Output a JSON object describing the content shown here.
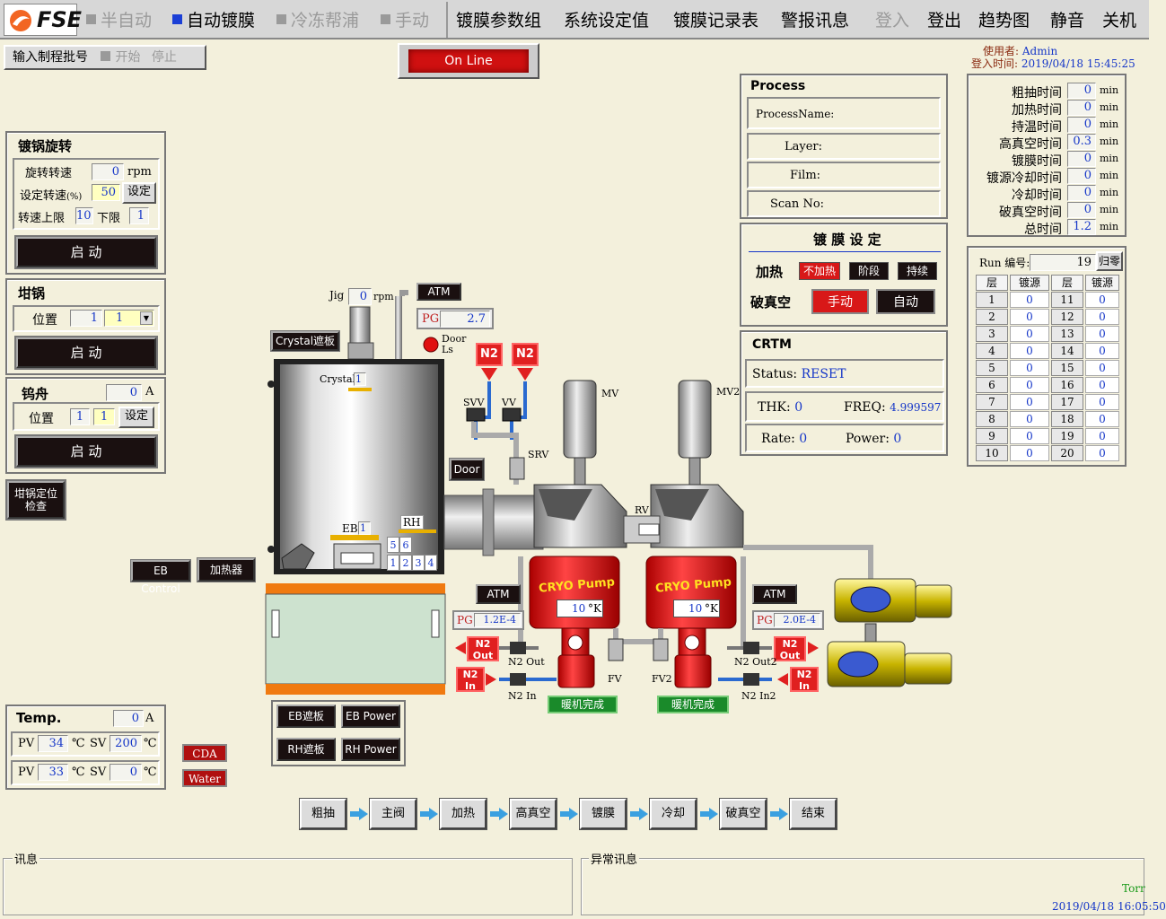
{
  "topbar": {
    "logo": "FSE",
    "modes": [
      "半自动",
      "自动镀膜",
      "冷冻帮浦",
      "手动"
    ],
    "menus": [
      "镀膜参数组",
      "系统设定值",
      "镀膜记录表",
      "警报讯息",
      "登入",
      "登出",
      "趋势图",
      "静音",
      "关机"
    ]
  },
  "batch": {
    "label": "输入制程批号",
    "start": "开始",
    "stop": "停止"
  },
  "status": {
    "online": "On Line"
  },
  "user": {
    "user_label": "使用者:",
    "user_name": "Admin",
    "login_label": "登入时间:",
    "login_time": "2019/04/18 15:45:25"
  },
  "rotation": {
    "title": "镀锅旋转",
    "speed_label": "旋转转速",
    "speed_value": "0",
    "speed_unit": "rpm",
    "set_label": "设定转速",
    "set_unit": "(%)",
    "set_value": "50",
    "set_btn": "设定",
    "upper_label": "转速上限",
    "upper_value": "10",
    "lower_label": "下限",
    "lower_value": "1",
    "start_btn": "启 动"
  },
  "crucible": {
    "title": "坩锅",
    "pos_label": "位置",
    "pos_value": "1",
    "pos_select": "1",
    "start_btn": "启 动"
  },
  "boat": {
    "title": "钨舟",
    "current": "0",
    "unit": "A",
    "pos_label": "位置",
    "pos_value": "1",
    "pos_set": "1",
    "set_btn": "设定",
    "start_btn": "启 动"
  },
  "check_btn": {
    "line1": "坩锅定位",
    "line2": "检查"
  },
  "temp": {
    "title": "Temp.",
    "value": "0",
    "unit": "A",
    "rows": [
      {
        "pv_label": "PV",
        "pv": "34",
        "unit": "℃",
        "sv_label": "SV",
        "sv": "200"
      },
      {
        "pv_label": "PV",
        "pv": "33",
        "unit": "℃",
        "sv_label": "SV",
        "sv": "0"
      }
    ]
  },
  "cda": {
    "cda": "CDA",
    "water": "Water"
  },
  "process": {
    "title": "Process",
    "name_label": "ProcessName:",
    "layer_label": "Layer:",
    "film_label": "Film:",
    "scan_label": "Scan No:"
  },
  "coating": {
    "title": "镀 膜 设 定",
    "heat_label": "加热",
    "heat_opts": [
      "不加热",
      "阶段",
      "持续"
    ],
    "vent_label": "破真空",
    "manual": "手动",
    "auto": "自动"
  },
  "crtm": {
    "title": "CRTM",
    "status_label": "Status:",
    "status_value": "RESET",
    "thk_label": "THK:",
    "thk_value": "0",
    "freq_label": "FREQ:",
    "freq_value": "4.999597",
    "rate_label": "Rate:",
    "rate_value": "0",
    "power_label": "Power:",
    "power_value": "0"
  },
  "timers": {
    "unit": "min",
    "rows": [
      {
        "label": "粗抽时间",
        "value": "0"
      },
      {
        "label": "加热时间",
        "value": "0"
      },
      {
        "label": "持温时间",
        "value": "0"
      },
      {
        "label": "高真空时间",
        "value": "0.3"
      },
      {
        "label": "镀膜时间",
        "value": "0"
      },
      {
        "label": "镀源冷却时间",
        "value": "0"
      },
      {
        "label": "冷却时间",
        "value": "0"
      },
      {
        "label": "破真空时间",
        "value": "0"
      },
      {
        "label": "总时间",
        "value": "1.2"
      }
    ]
  },
  "run": {
    "label": "Run 编号:",
    "value": "19",
    "reset": "归零",
    "headers": [
      "层",
      "镀源",
      "层",
      "镀源"
    ],
    "rows": [
      [
        "1",
        "0",
        "11",
        "0"
      ],
      [
        "2",
        "0",
        "12",
        "0"
      ],
      [
        "3",
        "0",
        "13",
        "0"
      ],
      [
        "4",
        "0",
        "14",
        "0"
      ],
      [
        "5",
        "0",
        "15",
        "0"
      ],
      [
        "6",
        "0",
        "16",
        "0"
      ],
      [
        "7",
        "0",
        "17",
        "0"
      ],
      [
        "8",
        "0",
        "18",
        "0"
      ],
      [
        "9",
        "0",
        "19",
        "0"
      ],
      [
        "10",
        "0",
        "20",
        "0"
      ]
    ]
  },
  "diagram": {
    "jig_label": "Jig",
    "jig_value": "0",
    "jig_unit": "rpm",
    "atm": "ATM",
    "pg": "PG",
    "pg_value": "2.7",
    "door_ls": "Door\nLs",
    "crystal_shutter": "Crystal遮板",
    "crystal": "Crystal",
    "crystal_value": "1",
    "eb": "EB",
    "eb_value": "1",
    "rh": "RH",
    "rh_cells": [
      "5",
      "6",
      "1",
      "2",
      "3",
      "4"
    ],
    "n2": "N2",
    "svv": "SVV",
    "vv": "VV",
    "srv": "SRV",
    "door": "Door",
    "mv": "MV",
    "mv2": "MV2",
    "rv": "RV",
    "cryo": "CRYO Pump",
    "cryo1_temp": "10",
    "cryo2_temp": "10",
    "kelvin": "K",
    "pg_left": "1.2E-4",
    "pg_right": "2.0E-4",
    "n2_out": "N2\nOut",
    "n2_in": "N2\nIn",
    "n2out_lbl": "N2 Out",
    "n2in_lbl": "N2 In",
    "n2out2_lbl": "N2 Out2",
    "n2in2_lbl": "N2 In2",
    "fv": "FV",
    "fv2": "FV2",
    "warm_done": "暖机完成",
    "eb_control": "EB Control",
    "heater": "加热器",
    "eb_shutter": "EB遮板",
    "eb_power": "EB Power",
    "rh_shutter": "RH遮板",
    "rh_power": "RH Power"
  },
  "sequence": [
    "粗抽",
    "主阀",
    "加热",
    "高真空",
    "镀膜",
    "冷却",
    "破真空",
    "结束"
  ],
  "messages": {
    "info_label": "讯息",
    "alarm_label": "异常讯息",
    "torr": "Torr",
    "datetime": "2019/04/18 16:05:50"
  }
}
